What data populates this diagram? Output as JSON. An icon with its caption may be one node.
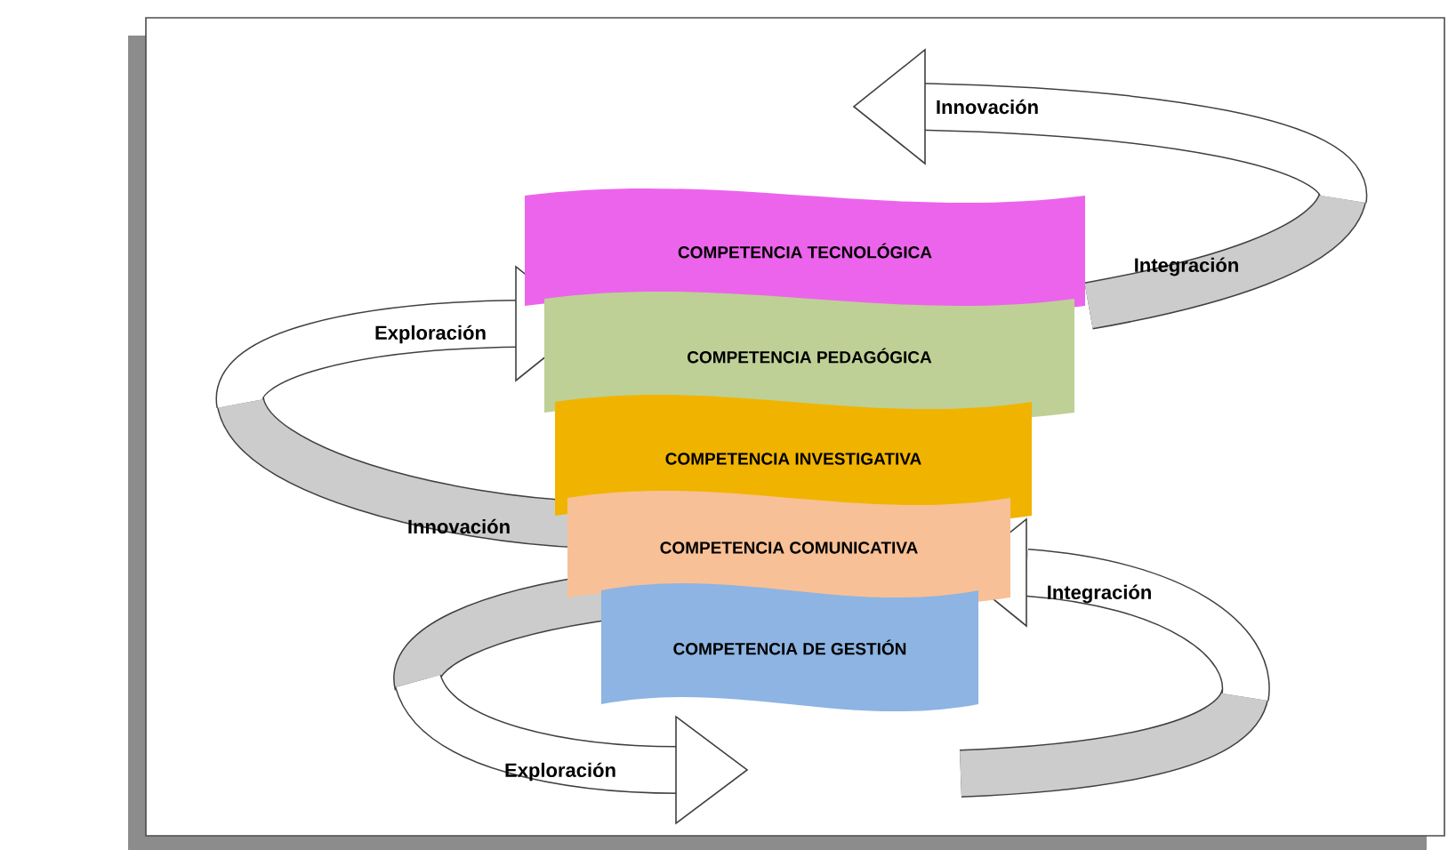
{
  "diagram": {
    "nodes": [
      {
        "text": [
          "COMPETENCIA TECNOLÓGICA"
        ]
      },
      {
        "text": [
          "COMPETENCIA PEDAGÓGICA"
        ]
      },
      {
        "text": [
          "COMPETENCIA INVESTIGATIVA"
        ]
      },
      {
        "text": [
          "COMPETENCIA COMUNICATIVA"
        ]
      },
      {
        "text": [
          "COMPETENCIA DE GESTIÓN"
        ]
      }
    ],
    "edges": [],
    "labels": [
      "Innovación",
      "Integración",
      "Exploración",
      "Innovación",
      "Integración",
      "Exploración"
    ]
  }
}
